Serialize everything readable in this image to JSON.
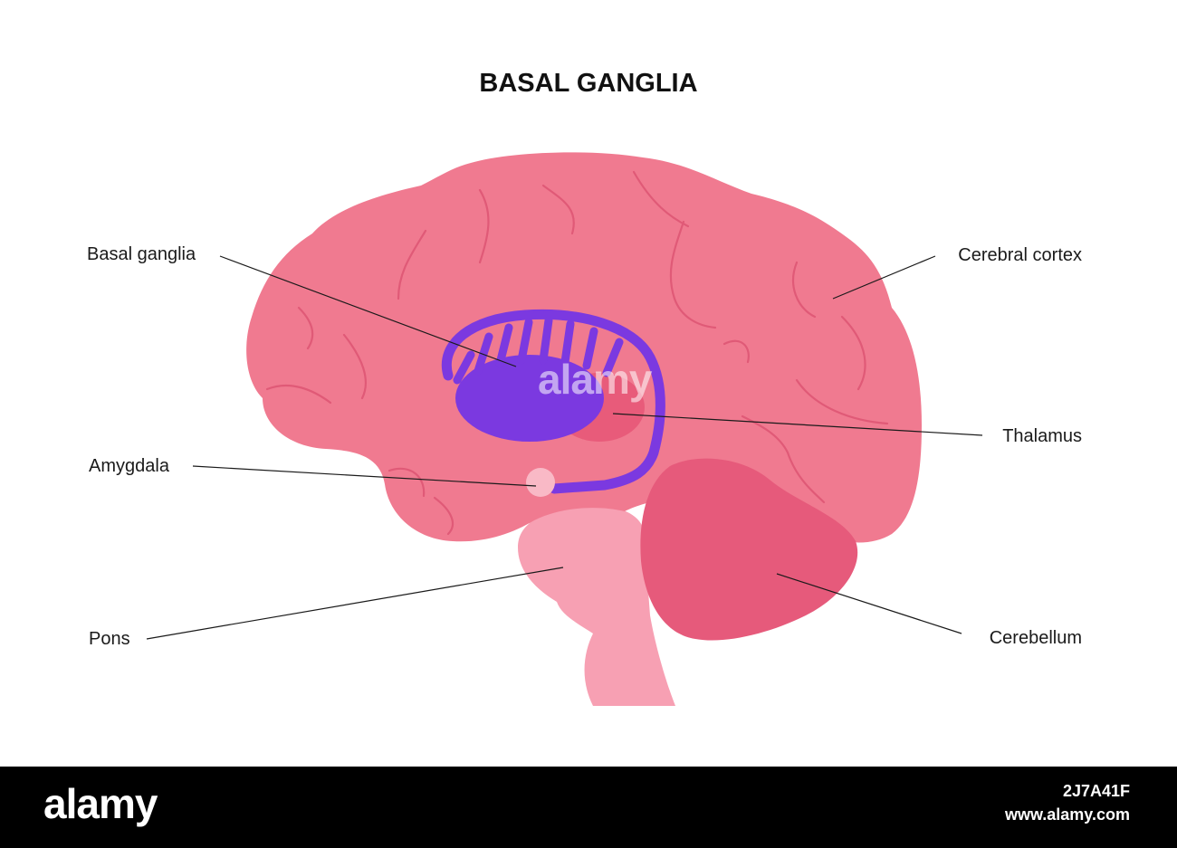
{
  "title": "BASAL GANGLIA",
  "labels": {
    "basal_ganglia": "Basal ganglia",
    "amygdala": "Amygdala",
    "pons": "Pons",
    "cerebral_cortex": "Cerebral cortex",
    "thalamus": "Thalamus",
    "cerebellum": "Cerebellum"
  },
  "colors": {
    "cortex": "#f07a90",
    "gyri": "#e05a77",
    "basal_ganglia": "#7b39e0",
    "thalamus": "#e85b7a",
    "brainstem": "#f7a0b3",
    "cerebellum": "#e65a7b",
    "amygdala": "#f9b9c6",
    "footer": "#000000"
  },
  "watermark": {
    "logo": "alamy",
    "image_id": "2J7A41F",
    "site": "www.alamy.com"
  }
}
